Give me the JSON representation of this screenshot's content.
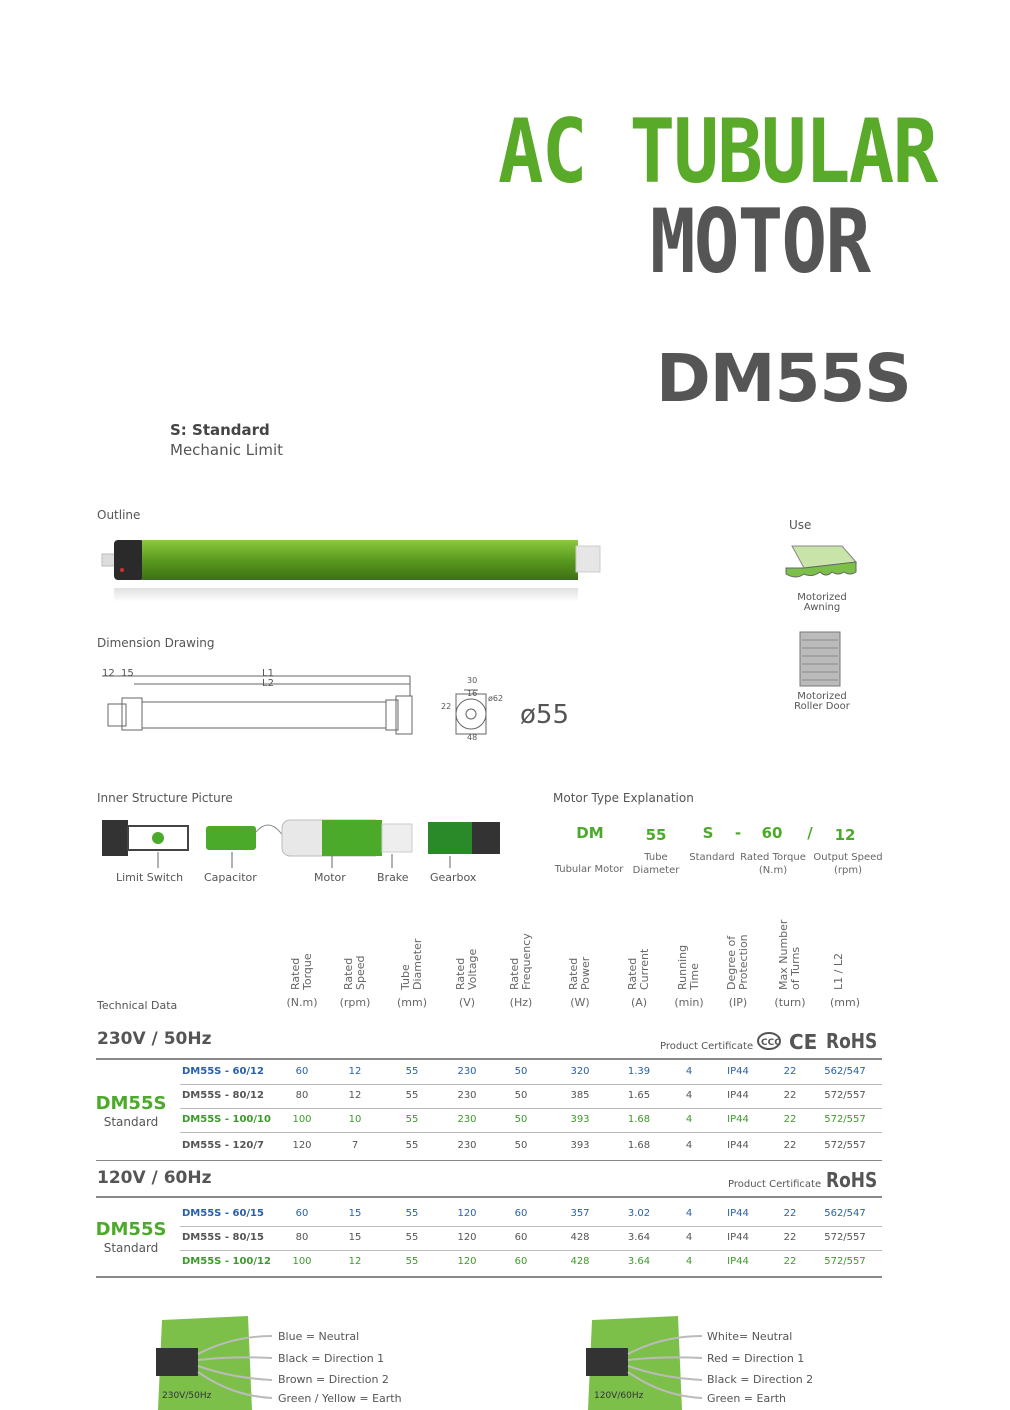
{
  "title": {
    "line1": "AC TUBULAR",
    "line2": "MOTOR"
  },
  "model": "DM55S",
  "standard": {
    "label": "S: Standard",
    "desc": "Mechanic Limit"
  },
  "sections": {
    "outline": "Outline",
    "use": "Use",
    "dimension": "Dimension Drawing",
    "inner": "Inner Structure Picture",
    "motor_type": "Motor Type Explanation",
    "technical": "Technical Data"
  },
  "use_items": [
    "Motorized\nAwning",
    "Motorized\nRoller Door"
  ],
  "dimension": {
    "l1": "L1",
    "l2": "L2",
    "d12": "12",
    "d15": "15",
    "d30": "30",
    "d16": "16",
    "d62": "ø62",
    "d22": "22",
    "d48": "48",
    "diameter": "ø55"
  },
  "inner_labels": [
    "Limit Switch",
    "Capacitor",
    "Motor",
    "Brake",
    "Gearbox"
  ],
  "motor_type": {
    "codes": [
      "DM",
      "55",
      "S",
      "-",
      "60",
      "/",
      "12"
    ],
    "descs": [
      "Tubular Motor",
      "Tube\nDiameter",
      "Standard",
      "Rated Torque\n(N.m)",
      "Output Speed\n(rpm)"
    ]
  },
  "columns": [
    {
      "name": "Rated\nTorque",
      "unit": "(N.m)"
    },
    {
      "name": "Rated\nSpeed",
      "unit": "(rpm)"
    },
    {
      "name": "Tube\nDiameter",
      "unit": "(mm)"
    },
    {
      "name": "Rated\nVoltage",
      "unit": "(V)"
    },
    {
      "name": "Rated\nFrequency",
      "unit": "(Hz)"
    },
    {
      "name": "Rated\nPower",
      "unit": "(W)"
    },
    {
      "name": "Rated\nCurrent",
      "unit": "(A)"
    },
    {
      "name": "Running\nTime",
      "unit": "(min)"
    },
    {
      "name": "Degree of\nProtection",
      "unit": "(IP)"
    },
    {
      "name": "Max Number\nof Turns",
      "unit": "(turn)"
    },
    {
      "name": "L1 / L2",
      "unit": "(mm)"
    }
  ],
  "cert_label": "Product Certificate",
  "rohs": "RoHS",
  "groups": [
    {
      "voltage": "230V / 50Hz",
      "name": "DM55S",
      "sub": "Standard",
      "rows": [
        {
          "model": "DM55S - 60/12",
          "color": "blue",
          "values": [
            "60",
            "12",
            "55",
            "230",
            "50",
            "320",
            "1.39",
            "4",
            "IP44",
            "22",
            "562/547"
          ]
        },
        {
          "model": "DM55S - 80/12",
          "color": "gray",
          "values": [
            "80",
            "12",
            "55",
            "230",
            "50",
            "385",
            "1.65",
            "4",
            "IP44",
            "22",
            "572/557"
          ]
        },
        {
          "model": "DM55S - 100/10",
          "color": "green",
          "values": [
            "100",
            "10",
            "55",
            "230",
            "50",
            "393",
            "1.68",
            "4",
            "IP44",
            "22",
            "572/557"
          ]
        },
        {
          "model": "DM55S - 120/7",
          "color": "gray",
          "values": [
            "120",
            "7",
            "55",
            "230",
            "50",
            "393",
            "1.68",
            "4",
            "IP44",
            "22",
            "572/557"
          ]
        }
      ]
    },
    {
      "voltage": "120V / 60Hz",
      "name": "DM55S",
      "sub": "Standard",
      "rows": [
        {
          "model": "DM55S - 60/15",
          "color": "blue",
          "values": [
            "60",
            "15",
            "55",
            "120",
            "60",
            "357",
            "3.02",
            "4",
            "IP44",
            "22",
            "562/547"
          ]
        },
        {
          "model": "DM55S - 80/15",
          "color": "gray",
          "values": [
            "80",
            "15",
            "55",
            "120",
            "60",
            "428",
            "3.64",
            "4",
            "IP44",
            "22",
            "572/557"
          ]
        },
        {
          "model": "DM55S - 100/12",
          "color": "green",
          "values": [
            "100",
            "12",
            "55",
            "120",
            "60",
            "428",
            "3.64",
            "4",
            "IP44",
            "22",
            "572/557"
          ]
        }
      ]
    }
  ],
  "wiring": [
    {
      "tag": "230V/50Hz",
      "wires": [
        "Blue = Neutral",
        "Black = Direction 1",
        "Brown = Direction 2",
        "Green / Yellow = Earth"
      ]
    },
    {
      "tag": "120V/60Hz",
      "wires": [
        "White= Neutral",
        "Red = Direction 1",
        "Black = Direction 2",
        "Green = Earth"
      ]
    }
  ],
  "colors": {
    "green": "#5aaa2a",
    "gray": "#555555",
    "blue": "#2a60a8"
  }
}
